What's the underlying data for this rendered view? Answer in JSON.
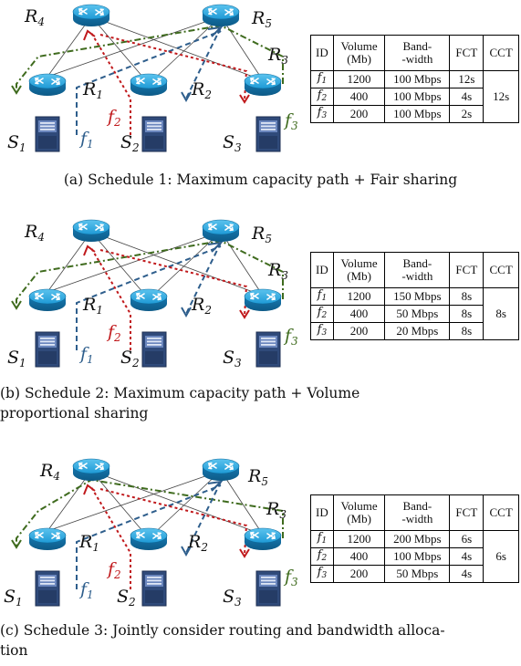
{
  "node_labels": {
    "r4": "R",
    "r4_sub": "4",
    "r5": "R",
    "r5_sub": "5",
    "r3": "R",
    "r3_sub": "3",
    "r1": "R",
    "r1_sub": "1",
    "r2": "R",
    "r2_sub": "2",
    "s1": "S",
    "s1_sub": "1",
    "s2": "S",
    "s2_sub": "2",
    "s3": "S",
    "s3_sub": "3",
    "f1": "f",
    "f1_sub": "1",
    "f2": "f",
    "f2_sub": "2",
    "f3": "f",
    "f3_sub": "3"
  },
  "colors": {
    "f1": "#2e5e8c",
    "f2": "#c0191c",
    "f3": "#3f6b1e",
    "router": "#1e9ad6",
    "server": "#2f4a7a"
  },
  "table_headers": {
    "id": "ID",
    "volume_1": "Volume",
    "volume_2": "(Mb)",
    "bw_1": "Band-",
    "bw_2": "-width",
    "fct": "FCT",
    "cct": "CCT"
  },
  "panels": [
    {
      "caption": "(a) Schedule 1: Maximum capacity path + Fair sharing",
      "rows": [
        {
          "id": "f",
          "id_sub": "1",
          "volume": "1200",
          "bandwidth": "100 Mbps",
          "fct": "12s"
        },
        {
          "id": "f",
          "id_sub": "2",
          "volume": "400",
          "bandwidth": "100 Mbps",
          "fct": "4s"
        },
        {
          "id": "f",
          "id_sub": "3",
          "volume": "200",
          "bandwidth": "100 Mbps",
          "fct": "2s"
        }
      ],
      "cct": "12s"
    },
    {
      "caption_line1": "(b) Schedule 2: Maximum capacity path + Volume",
      "caption_line2": "proportional sharing",
      "rows": [
        {
          "id": "f",
          "id_sub": "1",
          "volume": "1200",
          "bandwidth": "150 Mbps",
          "fct": "8s"
        },
        {
          "id": "f",
          "id_sub": "2",
          "volume": "400",
          "bandwidth": "50 Mbps",
          "fct": "8s"
        },
        {
          "id": "f",
          "id_sub": "3",
          "volume": "200",
          "bandwidth": "20 Mbps",
          "fct": "8s"
        }
      ],
      "cct": "8s"
    },
    {
      "caption_line1": "(c) Schedule 3: Jointly consider routing and bandwidth alloca-",
      "caption_line2": "tion",
      "rows": [
        {
          "id": "f",
          "id_sub": "1",
          "volume": "1200",
          "bandwidth": "200 Mbps",
          "fct": "6s"
        },
        {
          "id": "f",
          "id_sub": "2",
          "volume": "400",
          "bandwidth": "100 Mbps",
          "fct": "4s"
        },
        {
          "id": "f",
          "id_sub": "3",
          "volume": "200",
          "bandwidth": "50 Mbps",
          "fct": "4s"
        }
      ],
      "cct": "6s"
    }
  ]
}
